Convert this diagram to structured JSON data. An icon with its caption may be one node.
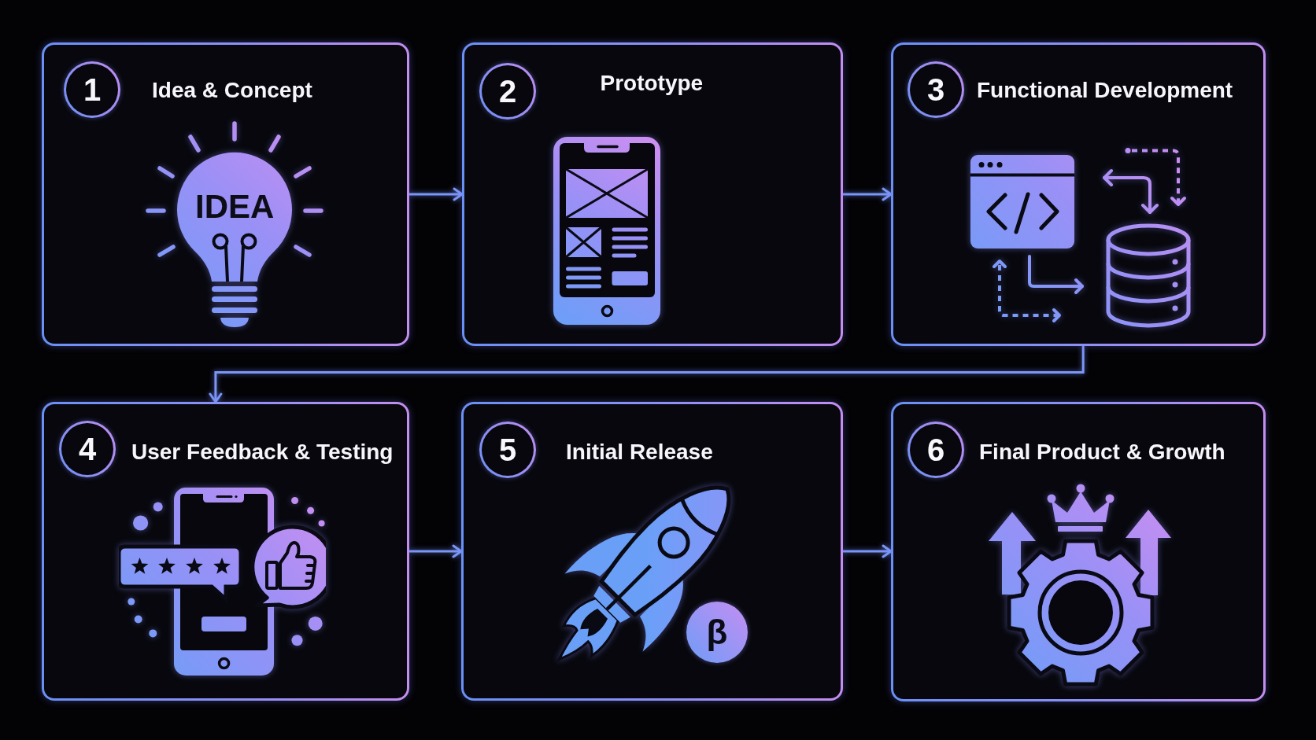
{
  "diagram": {
    "nodes": [
      {
        "text": [
          "Idea & Concept"
        ]
      },
      {
        "text": [
          "1"
        ],
        "in": 0
      },
      {
        "text": [
          "Prototype"
        ]
      },
      {
        "text": [
          "2"
        ],
        "in": 2
      },
      {
        "text": [
          "Functional Development"
        ]
      },
      {
        "text": [
          "3"
        ],
        "in": 4
      },
      {
        "text": [
          "User Feedback & Testing"
        ]
      },
      {
        "text": [
          "4"
        ],
        "in": 6
      },
      {
        "text": [
          "Initial Release"
        ]
      },
      {
        "text": [
          "5"
        ],
        "in": 8
      },
      {
        "text": [
          "β"
        ],
        "in": 8
      },
      {
        "text": [
          "Final Product & Growth"
        ]
      },
      {
        "text": [
          "6"
        ],
        "in": 11
      }
    ],
    "edges": [
      {
        "from": 0,
        "to": 2,
        "arrow": "to"
      },
      {
        "from": 2,
        "to": 4,
        "arrow": "to"
      },
      {
        "from": 4,
        "to": 6,
        "arrow": "to"
      },
      {
        "from": 6,
        "to": 8,
        "arrow": "to"
      },
      {
        "from": 8,
        "to": 11,
        "arrow": "to"
      }
    ],
    "labels": [
      "IDEA"
    ]
  }
}
